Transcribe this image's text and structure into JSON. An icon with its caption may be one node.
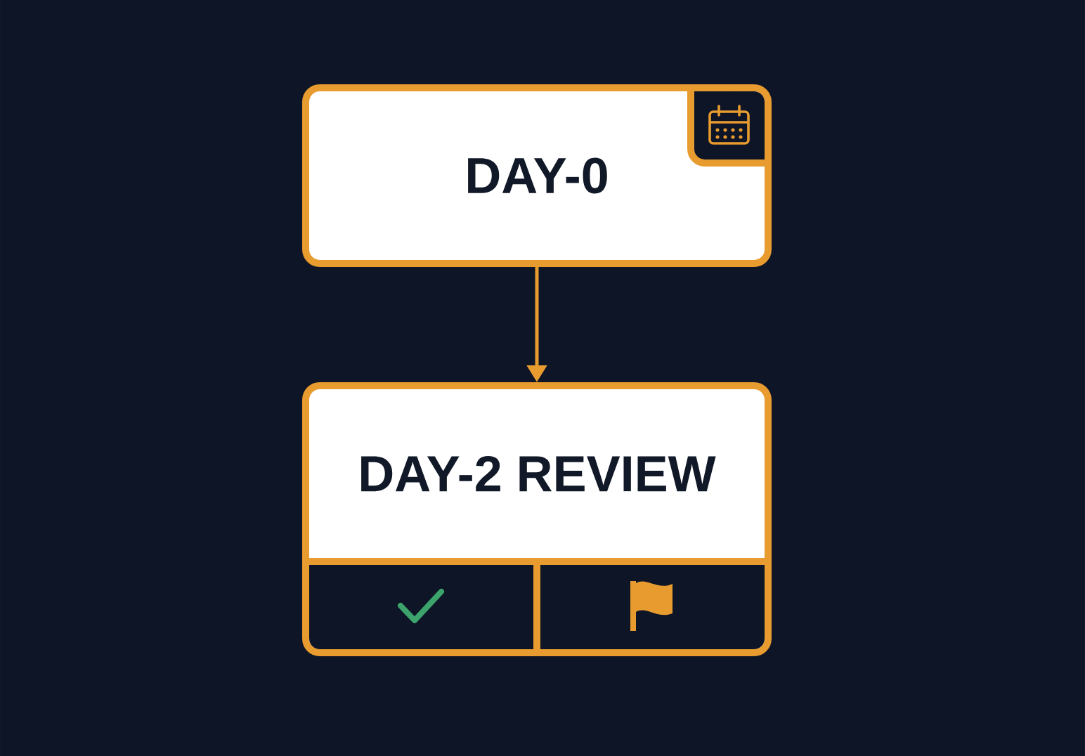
{
  "diagram": {
    "nodes": [
      {
        "text": [
          "DAY-0"
        ]
      },
      {
        "text": [
          "DAY-2 REVIEW"
        ]
      }
    ],
    "edges": [
      {
        "from": 0,
        "to": 1,
        "arrow": "to"
      }
    ]
  }
}
